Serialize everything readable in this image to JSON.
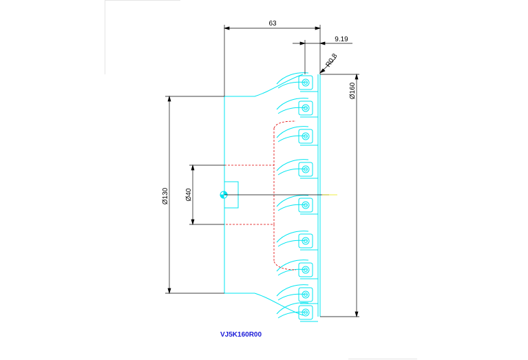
{
  "dimensions": {
    "length_63": "63",
    "offset_9_19": "9.19",
    "radius": "R0.8",
    "dia_160": "Ø160",
    "dia_130": "Ø130",
    "dia_40": "Ø40"
  },
  "model_label": "VJ5K160R00",
  "colors": {
    "outline": "#00e5f0",
    "hidden": "#e00000",
    "dimension": "#000000",
    "label": "#1a1ad8",
    "center": "#e8e800"
  }
}
